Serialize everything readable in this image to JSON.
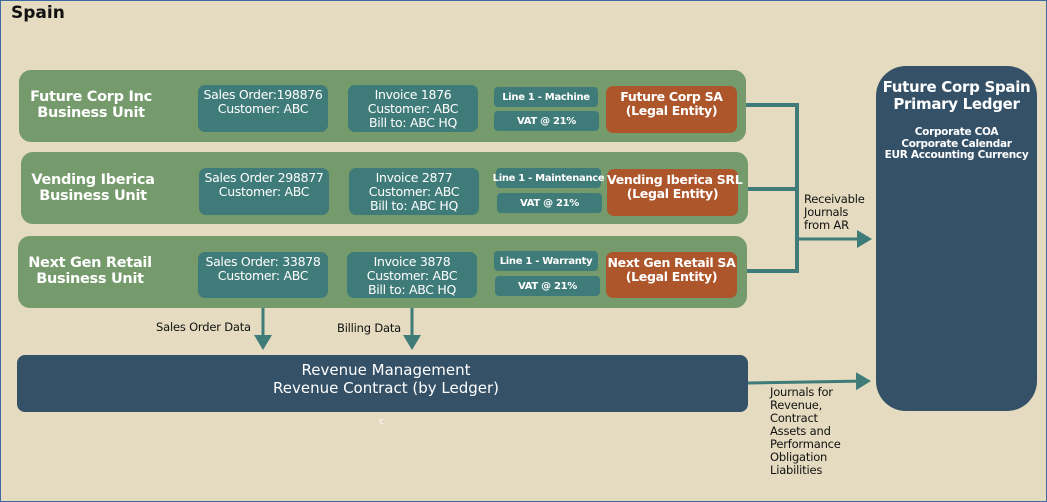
{
  "title": "Spain",
  "business_units": [
    {
      "name_line1": "Future Corp Inc",
      "name_line2": "Business Unit",
      "sales_order": [
        "Sales Order:198876",
        "Customer: ABC"
      ],
      "invoice": [
        "Invoice 1876",
        "Customer: ABC",
        "Bill to:  ABC HQ"
      ],
      "line": "Line 1 -   Machine",
      "vat": "VAT @ 21%",
      "legal_entity": [
        "Future Corp SA",
        "(Legal Entity)"
      ]
    },
    {
      "name_line1": "Vending Iberica",
      "name_line2": "Business Unit",
      "sales_order": [
        "Sales Order 298877",
        "Customer: ABC"
      ],
      "invoice": [
        "Invoice 2877",
        "Customer: ABC",
        "Bill to:  ABC HQ"
      ],
      "line": "Line 1 -   Maintenance",
      "vat": "VAT @ 21%",
      "legal_entity": [
        "Vending Iberica SRL",
        "(Legal Entity)"
      ]
    },
    {
      "name_line1": "Next Gen Retail",
      "name_line2": "Business Unit",
      "sales_order": [
        "Sales Order: 33878",
        "Customer: ABC"
      ],
      "invoice": [
        "Invoice 3878",
        "Customer: ABC",
        "Bill to:  ABC HQ"
      ],
      "line": "Line 1 -   Warranty",
      "vat": "VAT @ 21%",
      "legal_entity": [
        "Next Gen Retail SA",
        "(Legal Entity)"
      ]
    }
  ],
  "ledger": {
    "title_line1": "Future Corp Spain",
    "title_line2": "Primary Ledger",
    "details": [
      "Corporate COA",
      "Corporate Calendar",
      "EUR Accounting Currency"
    ]
  },
  "revenue": {
    "line1": "Revenue Management",
    "line2": "Revenue Contract (by Ledger)",
    "note": "c"
  },
  "labels": {
    "sales_order_data": "Sales Order Data",
    "billing_data": "Billing Data",
    "receivable": [
      "Receivable",
      "Journals",
      "from AR"
    ],
    "journals": [
      "Journals for",
      "Revenue,",
      "Contract",
      "Assets and",
      "Performance",
      "Obligation",
      "Liabilities"
    ]
  },
  "colors": {
    "background": "#e4dbc0",
    "business_unit": "#759b6c",
    "document_box": "#3f7b78",
    "legal_entity": "#ad562b",
    "ledger": "#355168",
    "connector": "#3f7b78"
  }
}
